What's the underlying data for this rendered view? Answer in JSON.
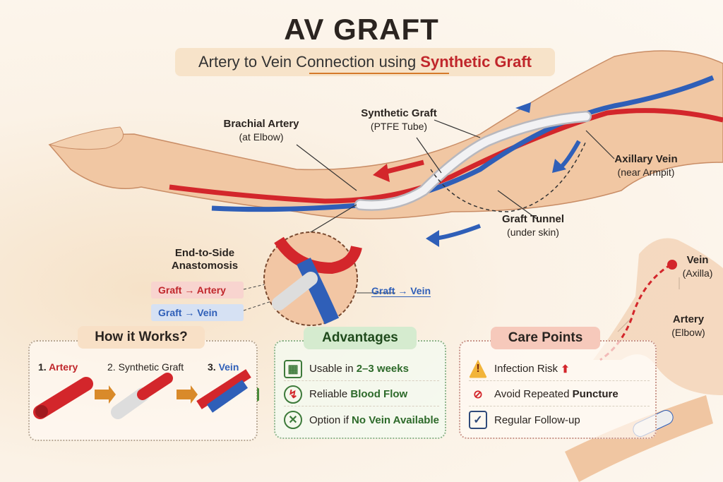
{
  "title": "AV GRAFT",
  "subtitle": {
    "prefix": "Artery to Vein Connection using ",
    "highlight": "Synthetic Graft"
  },
  "labels": {
    "brachial": {
      "title": "Brachial Artery",
      "sub": "(at Elbow)"
    },
    "graft": {
      "title": "Synthetic Graft",
      "sub": "(PTFE Tube)"
    },
    "axillary": {
      "title": "Axillary Vein",
      "sub": "(near Armpit)"
    },
    "tunnel": {
      "title": "Graft Tunnel",
      "sub": "(under skin)"
    },
    "anastomosis": {
      "line1": "End-to-Side",
      "line2": "Anastomosis"
    },
    "graft_artery": "Graft → Artery",
    "graft_vein": "Graft → Vein",
    "graft_vein_right": "Graft → Vein",
    "vein_axilla": {
      "title": "Vein",
      "sub": "(Axilla)"
    },
    "artery_elbow": {
      "title": "Artery",
      "sub": "(Elbow)"
    }
  },
  "how": {
    "header": "How it Works?",
    "steps": [
      {
        "num": "1.",
        "label": "Artery"
      },
      {
        "num": "2.",
        "label": "Synthetic Graft"
      },
      {
        "num": "3.",
        "label": "Vein"
      }
    ]
  },
  "advantages": {
    "header": "Advantages",
    "items": [
      {
        "icon": "calendar-check-icon",
        "text": "Usable in ",
        "bold": "2–3 weeks"
      },
      {
        "icon": "blood-flow-icon",
        "text": "Reliable ",
        "bold": "Blood Flow"
      },
      {
        "icon": "no-vein-icon",
        "text": "Option if ",
        "bold": "No Vein Available"
      }
    ]
  },
  "care": {
    "header": "Care Points",
    "items": [
      {
        "icon": "warning-icon",
        "text": "Infection Risk",
        "bold": ""
      },
      {
        "icon": "no-puncture-icon",
        "text": "Avoid Repeated ",
        "bold": "Puncture"
      },
      {
        "icon": "clipboard-check-icon",
        "text": "Regular Follow-up",
        "bold": ""
      }
    ]
  },
  "colors": {
    "artery": "#d3262b",
    "vein": "#2f5fb8",
    "graft": "#e9e9ec",
    "skin": "#f0c6a2"
  }
}
